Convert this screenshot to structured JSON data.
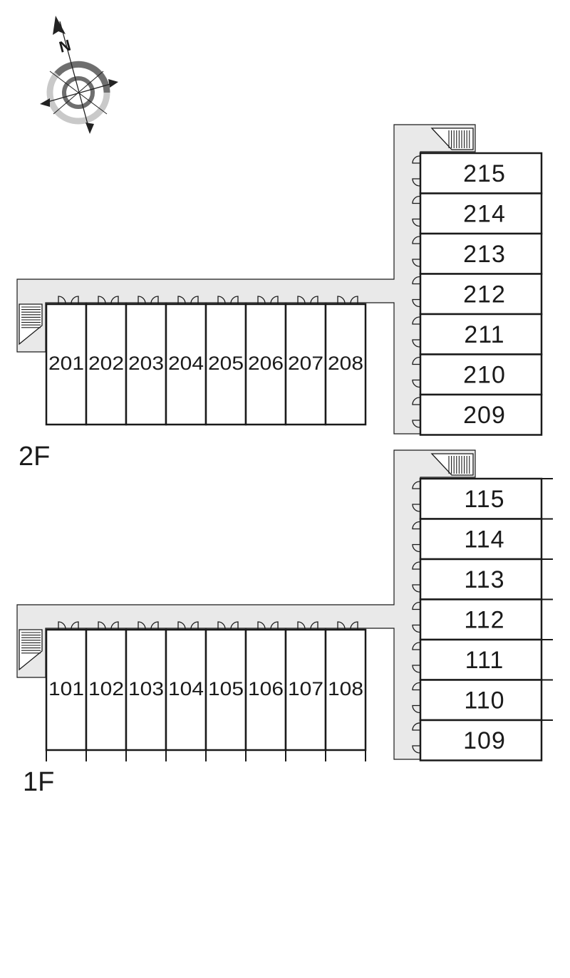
{
  "compass": {
    "north_label": "N",
    "icon": "compass-rose-icon"
  },
  "floors": [
    {
      "id": "2f",
      "label": "2F",
      "west_wing_units": [
        "201",
        "202",
        "203",
        "204",
        "205",
        "206",
        "207",
        "208"
      ],
      "east_wing_units": [
        "215",
        "214",
        "213",
        "212",
        "211",
        "210",
        "209"
      ]
    },
    {
      "id": "1f",
      "label": "1F",
      "west_wing_units": [
        "101",
        "102",
        "103",
        "104",
        "105",
        "106",
        "107",
        "108"
      ],
      "east_wing_units": [
        "115",
        "114",
        "113",
        "112",
        "111",
        "110",
        "109"
      ]
    }
  ]
}
